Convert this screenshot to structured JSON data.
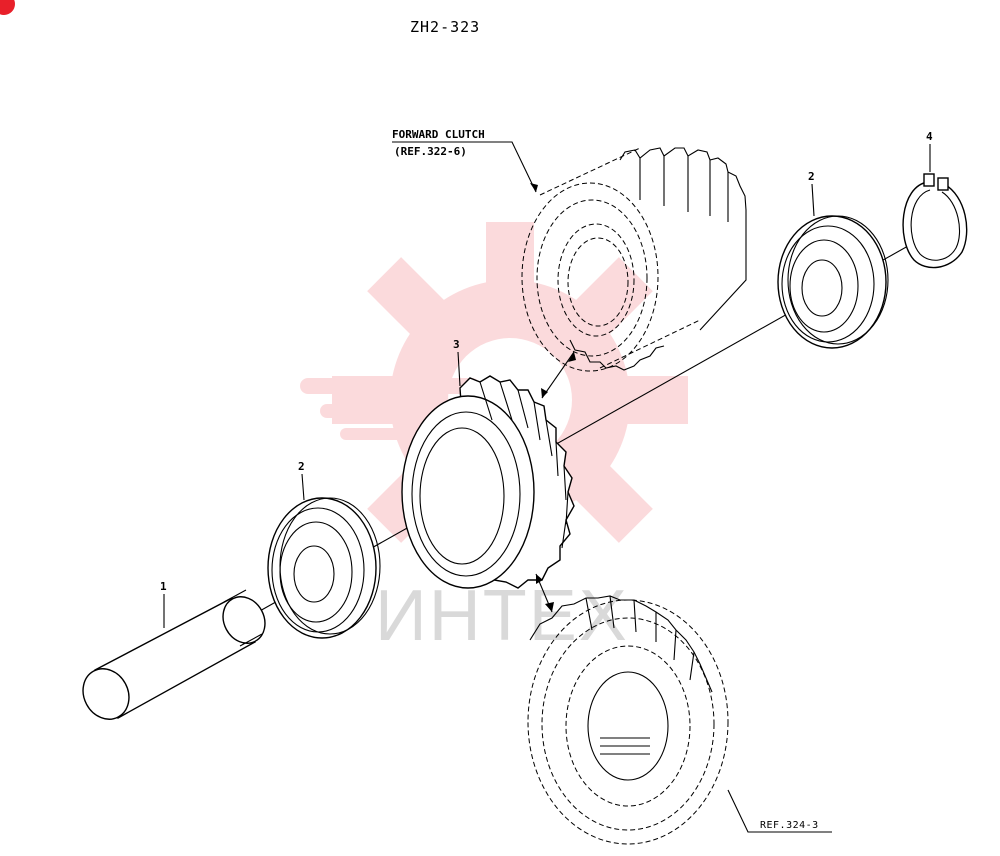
{
  "drawing": {
    "title": "ZH2-323",
    "forward_clutch_label": "FORWARD CLUTCH",
    "forward_clutch_ref": "(REF.322-6)",
    "bottom_ref": "REF.324-3",
    "callouts": {
      "part1": "1",
      "part2_left": "2",
      "part2_right": "2",
      "part3": "3",
      "part4": "4"
    }
  },
  "watermark": {
    "text": "ИНТЕХ",
    "color": "#e8202a"
  }
}
